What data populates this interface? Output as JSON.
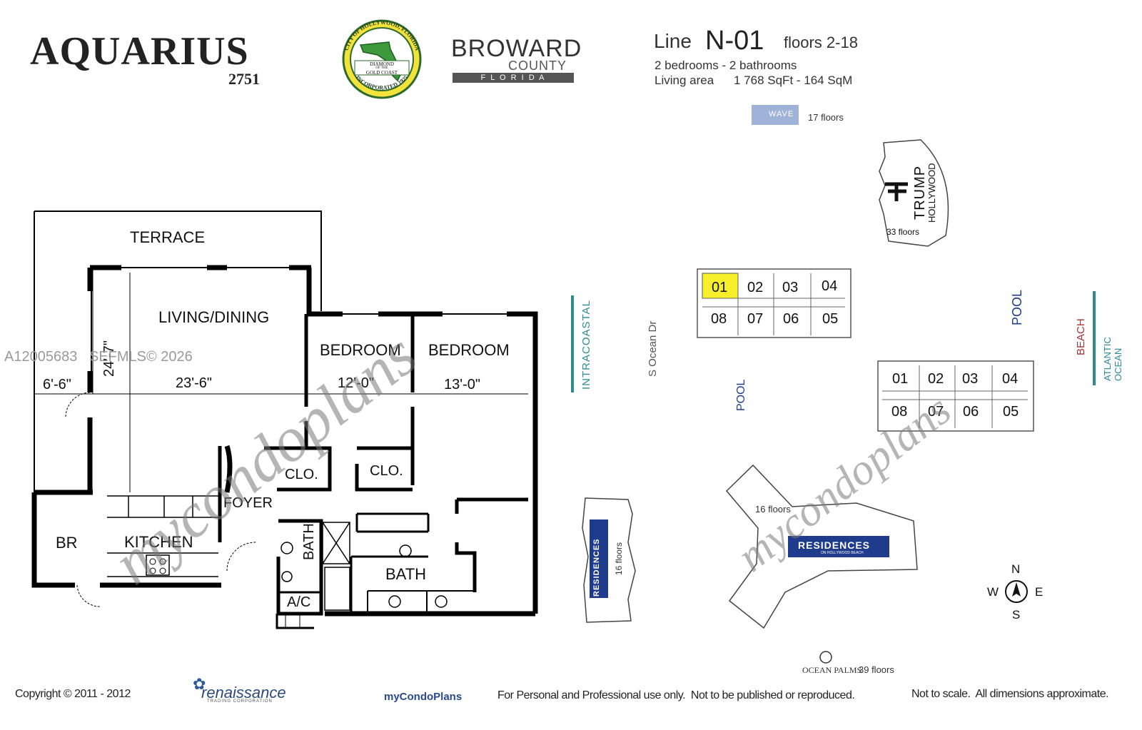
{
  "header": {
    "brand": "AQUARIUS",
    "brand_number": "2751",
    "hollywood_seal": {
      "top_text": "CITY OF HOLLYWOOD, FLORIDA",
      "middle_text_1": "DIAMOND",
      "middle_text_2": "OF THE",
      "middle_text_3": "GOLD COAST",
      "bottom_text": "INCORPORATED 1925"
    },
    "broward": {
      "name": "BROWARD",
      "county": "COUNTY",
      "state": "F L O R I D A"
    },
    "line_prefix": "Line",
    "line_code": "N-01",
    "floors": "floors 2-18",
    "bedrooms": "2 bedrooms - 2 bathrooms",
    "living_area_label": "Living area",
    "living_area_value": "1 768 SqFt - 164 SqM"
  },
  "watermark": {
    "mls": "A12005683   SEFMLS© 2026",
    "brand": "mycondoplans"
  },
  "floorplan": {
    "rooms": {
      "terrace": "TERRACE",
      "living": "LIVING/DINING",
      "bedroom1": "BEDROOM",
      "bedroom2": "BEDROOM",
      "clo1": "CLO.",
      "clo2": "CLO.",
      "foyer": "FOYER",
      "br": "BR",
      "kitchen": "KITCHEN",
      "bath_small": "BATH",
      "bath_main": "BATH",
      "ac": "A/C"
    },
    "dimensions": {
      "terrace_width": "6'-6\"",
      "living_width": "23'-6\"",
      "living_depth": "24'-7\"",
      "bedroom1_width": "12'-0\"",
      "bedroom2_width": "13'-0\""
    }
  },
  "siteplan": {
    "wave": {
      "logo": "WAVE",
      "floors": "17 floors"
    },
    "trump": {
      "name": "TRUMP",
      "sub": "HOLLYWOOD",
      "floors": "33 floors"
    },
    "intracoastal": "INTRACOASTAL",
    "street": "S Ocean Dr",
    "pool_left": "POOL",
    "pool_right": "POOL",
    "beach": "BEACH",
    "ocean": "ATLANTIC OCEAN",
    "building1_units_top": [
      "01",
      "02",
      "03",
      "04"
    ],
    "building1_units_bottom": [
      "08",
      "07",
      "06",
      "05"
    ],
    "building2_units_top": [
      "01",
      "02",
      "03",
      "04"
    ],
    "building2_units_bottom": [
      "08",
      "07",
      "06",
      "05"
    ],
    "highlight_color": "#f7ef2a",
    "residences_left": {
      "name": "RESIDENCES",
      "floors": "16 floors"
    },
    "residences_right": {
      "name": "RESIDENCES",
      "sub": "ON HOLLYWOOD BEACH",
      "floors": "16 floors"
    },
    "ocean_palms": {
      "name": "OCEAN PALMS",
      "floors": "39 floors"
    },
    "compass": {
      "n": "N",
      "s": "S",
      "e": "E",
      "w": "W"
    }
  },
  "footer": {
    "copyright": "Copyright © 2011 - 2012",
    "renaissance": "renaissance",
    "renaissance_sub": "TRADING CORPORATION",
    "mycondoplans": "myCondoPlans",
    "notice": "For Personal and Professional use only.  Not to be published or reproduced.",
    "scale": "Not to scale.  All dimensions approximate."
  },
  "colors": {
    "teal": "#2e8b8e",
    "navy": "#1f3c8c",
    "beach": "#a8322f",
    "wave": "#9fb2d8",
    "watermark": "#8a8a8a",
    "wall": "#000000"
  }
}
